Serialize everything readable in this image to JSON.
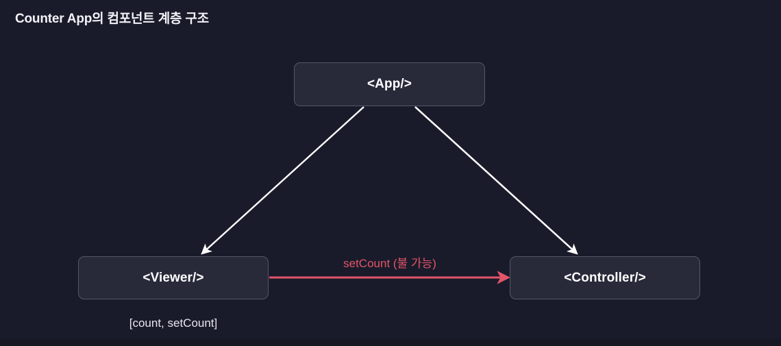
{
  "diagram": {
    "title": "Counter App의 컴포넌트 계층 구조",
    "type": "component-hierarchy",
    "background_color": "#1a1b2a",
    "node_fill_color": "#282a3a",
    "node_border_color": "#545769",
    "node_text_color": "#ffffff",
    "arrow_color": "#ffffff",
    "blocked_arrow_color": "#e2556a",
    "nodes": [
      {
        "id": "app",
        "label": "<App/>"
      },
      {
        "id": "viewer",
        "label": "<Viewer/>"
      },
      {
        "id": "controller",
        "label": "<Controller/>"
      }
    ],
    "edges": [
      {
        "from": "app",
        "to": "viewer",
        "label": "",
        "style": "solid-white-arrow"
      },
      {
        "from": "app",
        "to": "controller",
        "label": "",
        "style": "solid-white-arrow"
      },
      {
        "from": "viewer",
        "to": "controller",
        "label": "setCount (불 가능)",
        "style": "solid-red-arrow"
      }
    ],
    "annotations": [
      {
        "attached_to": "viewer",
        "text": "[count, setCount]"
      }
    ]
  }
}
